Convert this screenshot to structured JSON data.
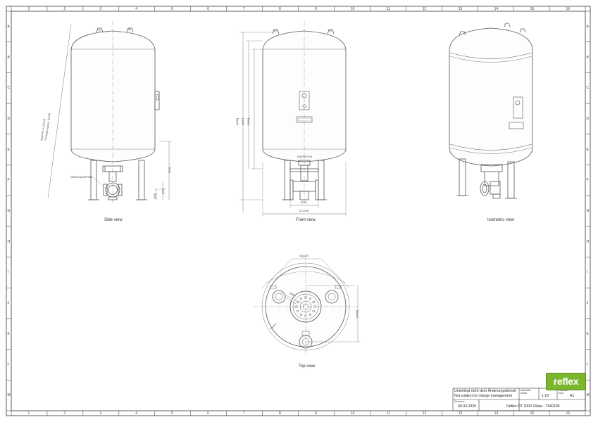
{
  "grid": {
    "columns": [
      "1",
      "2",
      "3",
      "4",
      "5",
      "6",
      "7",
      "8",
      "9",
      "10",
      "11",
      "12",
      "13",
      "14",
      "15",
      "16"
    ],
    "rows": [
      "A",
      "B",
      "C",
      "D",
      "E",
      "F",
      "G",
      "H",
      "I",
      "J",
      "K",
      "L",
      "M"
    ]
  },
  "views": {
    "side": "Side view",
    "front": "Front view",
    "isometric": "Isometric view",
    "top": "Top view"
  },
  "dimensions": {
    "tilt_height": "Kippmaß ca. [2214]",
    "tilt_height_en": "Tilt height approx. [2214]",
    "connection": "DN65 DN100/PN16",
    "connection_front": "DN250/PN16",
    "h_total": "[2408]",
    "h_2": "[1907]",
    "h_3": "[1580]",
    "h_side_a": "[816]",
    "h_side_b": "[287]",
    "h_side_c": "[138]",
    "w_inner": "[214]",
    "w_outer": "[∅1200]",
    "top_angle": "3x[120°]",
    "top_radius": "[280]",
    "top_dia": "[∅840]"
  },
  "title_block": {
    "note_de": "Unterliegt nicht dem Änderungsdienst/",
    "note_en": "Not subject to change management",
    "scale_label_de": "Maßstab/",
    "scale_label_en": "Scale:",
    "scale_value": "1:10",
    "format_label_de": "Format/",
    "format_label_en": "Size:",
    "format_value": "A1",
    "revision_label": "Revision:",
    "revision_date": "09.03.2026",
    "product": "Reflex DT 2000 16bar - 7340205",
    "brand": "reflex"
  },
  "colors": {
    "line": "#555555",
    "frame": "#333333",
    "brand_green": "#7bb62e"
  }
}
